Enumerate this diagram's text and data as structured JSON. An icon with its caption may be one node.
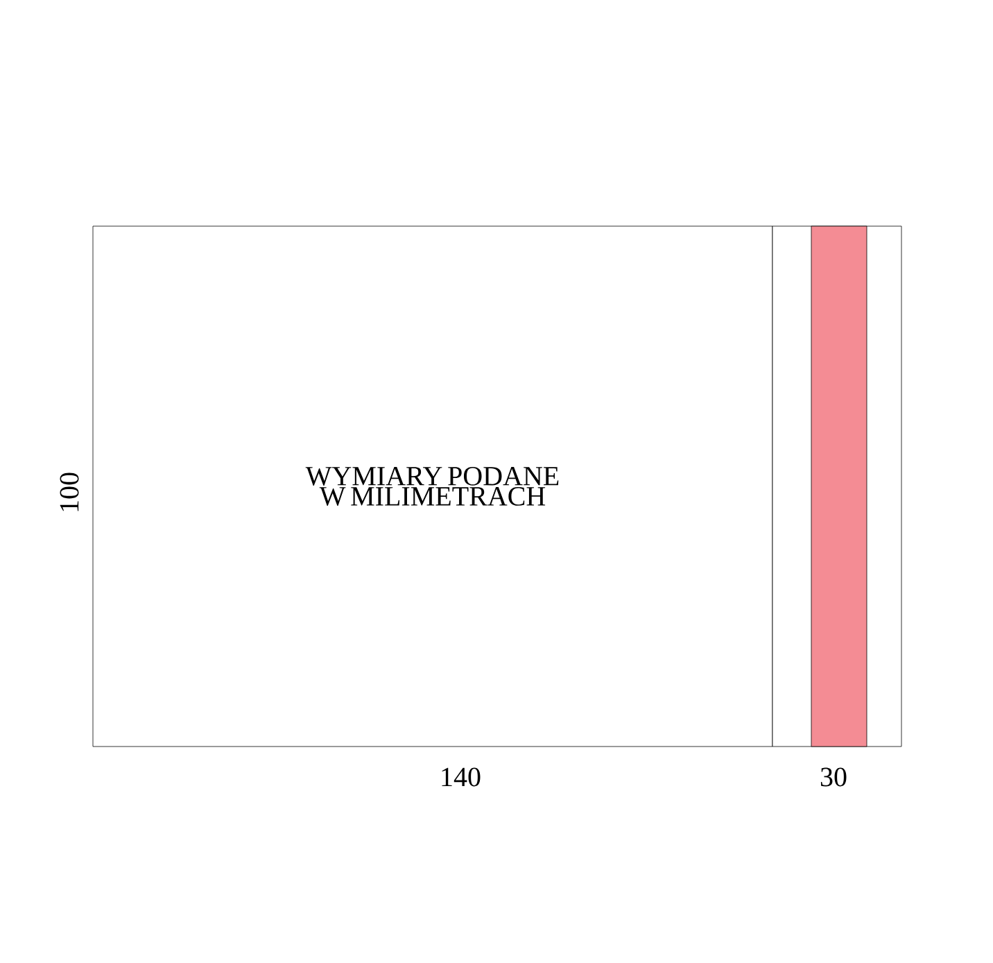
{
  "diagram": {
    "nodes": [
      {
        "text": [
          "WYMIARY PODANE W MILIMETRACH"
        ]
      },
      {
        "text": [],
        "shape": "box"
      },
      {
        "text": [],
        "shape": "bar",
        "in": 1
      }
    ],
    "labels": [
      "100",
      "140",
      "30"
    ]
  }
}
